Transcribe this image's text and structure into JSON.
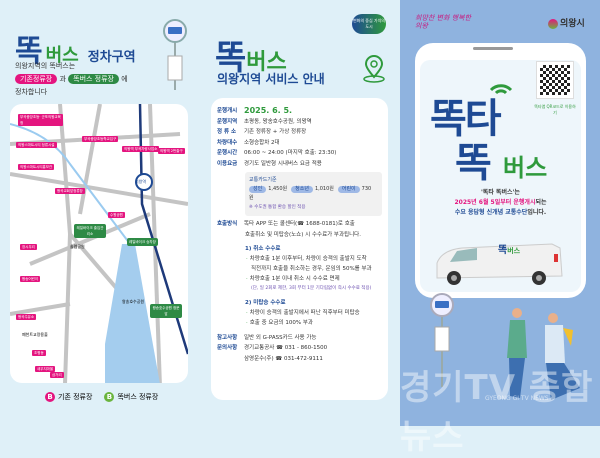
{
  "left": {
    "title_1": "똑",
    "title_2": "버스",
    "title_3": "정차구역",
    "desc_1": "의왕지역의 똑버스는",
    "pill_existing": "기존정류장",
    "conj": "과",
    "pill_ttok": "똑버스 정류장",
    "desc_end": "에",
    "desc_2": "정차합니다",
    "map": {
      "pink_stops": [
        "부곡중앙초등· 군포의왕교육청",
        "부곡중앙초등학교입구",
        "의왕스마트시티 정류시설",
        "의왕스마트시티홍보관",
        "왕곡교회앞정류장",
        "장시우리",
        "의왕역 부곡차량사업소",
        "의왕역 2번출구",
        "수원공원",
        "왕송어린이",
        "왕곡주유소",
        "초평동",
        "새우지마을",
        "삼거리"
      ],
      "green_stops": [
        "레일바이크 출입관리소",
        "레일바이크 승차장",
        "왕송호수공원 정문앞"
      ],
      "station": "의왕역",
      "lake": "왕송호수공원",
      "park": "솔렙공원",
      "landmark": "폐천트교량용출"
    },
    "legend_existing": "기존 정류장",
    "legend_ttok": "똑버스 정류장",
    "legend_letter": "B"
  },
  "mid": {
    "badge": "변화의 중심 가치의 도시",
    "title_1": "똑",
    "title_2": "버스",
    "subtitle": "의왕지역 서비스 안내",
    "rows": [
      {
        "k": "운행개시",
        "v": "2025. 6. 5."
      },
      {
        "k": "운행지역",
        "v": "초평동, 왕송호수공원, 의왕역"
      },
      {
        "k": "정 류 소",
        "v": "기존 정류장 + 가상 정류장"
      },
      {
        "k": "차량대수",
        "v": "소형승합차 2대"
      },
      {
        "k": "운행시간",
        "v": "06:00 ~ 24:00 (마지막 호출: 23:30)"
      },
      {
        "k": "이용요금",
        "v": "경기도 일반형 시내버스 요금 적용"
      }
    ],
    "fare": {
      "title": "교통카드기준",
      "items": [
        {
          "l": "성인",
          "v": "1,450원"
        },
        {
          "l": "청소년",
          "v": "1,010원"
        },
        {
          "l": "어린이",
          "v": "730원"
        }
      ],
      "note": "※ 수도권 통합 환승 할인 적용"
    },
    "call": {
      "k": "호출방식",
      "v1": "똑타 APP 또는 콜센터(☎ 1688-0181)로 호출",
      "v2": "호출취소 및 미탑승(노쇼) 시 수수료가 부과됩니다."
    },
    "cancel": {
      "h": "1) 취소 수수료",
      "i1": "차량호출 1분 이후부터, 차량이 승객의 출발지 도착",
      "i1b": "직전까지 호출을 취소하는 경우, 운임의 50%를 부과",
      "i2": "차량호출 1분 이내 취소 시 수수료 면제",
      "note": "(단, 일 2회로 제한, 3회 부터 1분 기다림없이 즉시 수수료 적용)"
    },
    "noshow": {
      "h": "2) 미탑승 수수료",
      "i1": "차량이 승객의 출발지에서 떠난 직후부터 미탑승",
      "i2": "호출 중 요금의 100% 부과"
    },
    "ref": {
      "k": "참고사항",
      "v": "일반 외 G-PASS카드 사용 가능"
    },
    "inq": {
      "k": "문의사항",
      "v1": "경기교통공사 ☎ 031 - 860-1500",
      "v2": "삼영운수(주) ☎ 031-472-9111"
    }
  },
  "right": {
    "slogan": "희망찬 변화 행복한 의왕",
    "city": "의왕시",
    "qr_caption": "똑타앱 QR코드로 이용하기",
    "logo_1": "똑타",
    "logo_2": "똑",
    "logo_3": "버스",
    "line1": "'똑타 똑버스'는",
    "line2a": "2025년 6월 5일부터 운행개시",
    "line2b": "되는",
    "line3a": "수요 응답형 신개념 교통수단",
    "line3b": "입니다.",
    "van_label_1": "똑",
    "van_label_2": "버스",
    "watermark": "경기TV 종합뉴스",
    "watermark_en": "GYEONG GI TV NEWS"
  },
  "colors": {
    "navy": "#1e4a94",
    "green": "#2f9a3c",
    "pink": "#e4157f",
    "bg": "#dff0f8",
    "right_bg": "#8fb3df"
  }
}
